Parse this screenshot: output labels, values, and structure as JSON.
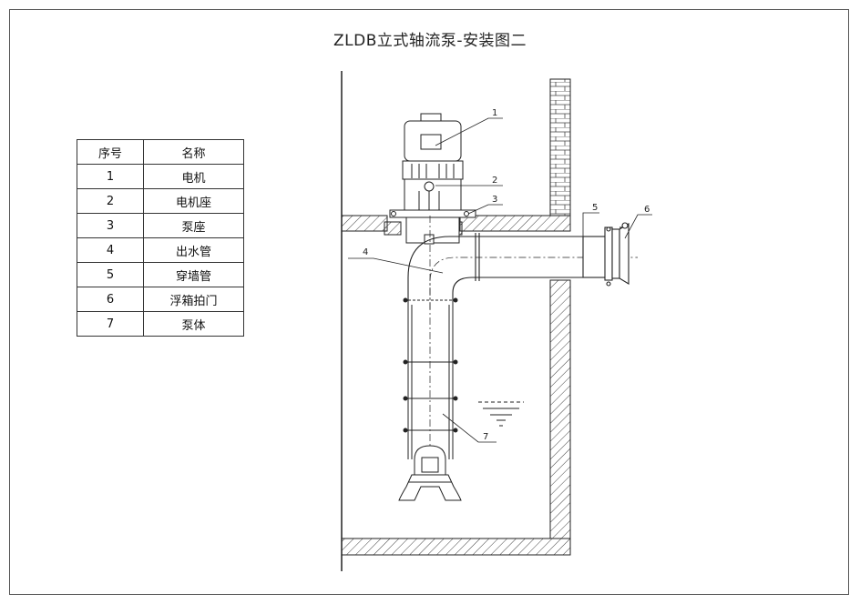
{
  "title": "ZLDB立式轴流泵-安装图二",
  "table": {
    "headers": [
      "序号",
      "名称"
    ],
    "rows": [
      {
        "no": "1",
        "name": "电机"
      },
      {
        "no": "2",
        "name": "电机座"
      },
      {
        "no": "3",
        "name": "泵座"
      },
      {
        "no": "4",
        "name": "出水管"
      },
      {
        "no": "5",
        "name": "穿墙管"
      },
      {
        "no": "6",
        "name": "浮箱拍门"
      },
      {
        "no": "7",
        "name": "泵体"
      }
    ]
  },
  "callouts": [
    "1",
    "2",
    "3",
    "4",
    "5",
    "6",
    "7"
  ],
  "colors": {
    "line": "#222222",
    "hatch": "#444444"
  }
}
